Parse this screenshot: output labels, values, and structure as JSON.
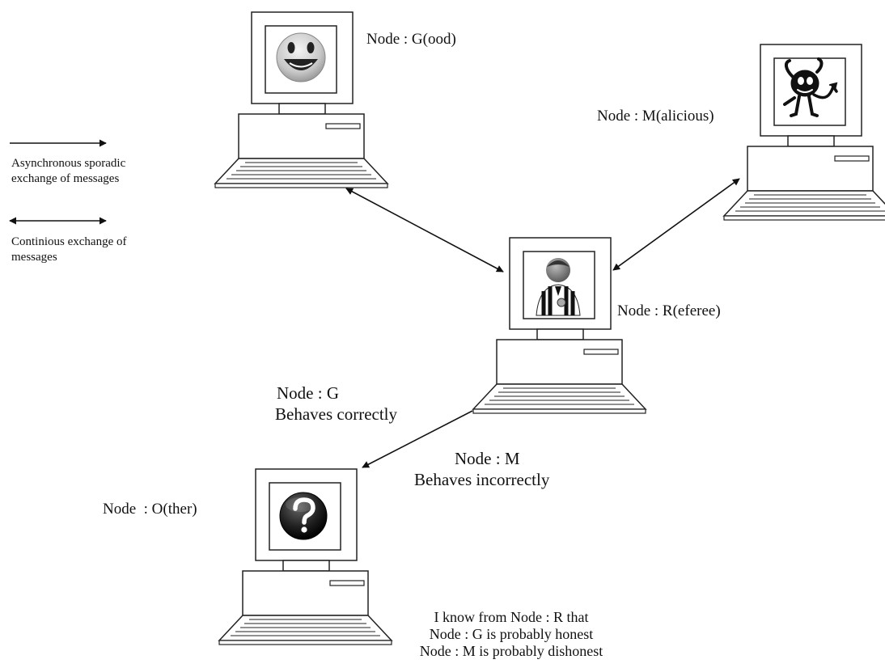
{
  "legend": {
    "sporadic_label": "Asynchronous sporadic exchange of messages",
    "sporadic_line1": "Asynchronous sporadic",
    "sporadic_line2": "exchange of messages",
    "continuous_line1": "Continious exchange of",
    "continuous_line2": "messages"
  },
  "nodes": {
    "good": {
      "label": "Node : G(ood)",
      "icon": "smiley-face-icon"
    },
    "malicious": {
      "label": "Node : M(alicious)",
      "icon": "devil-icon"
    },
    "referee": {
      "label": "Node : R(eferee)",
      "icon": "referee-person-icon"
    },
    "other": {
      "label": "Node  : O(ther)",
      "icon": "question-mark-icon"
    }
  },
  "messages": {
    "good_line1": "Node : G",
    "good_line2": "Behaves correctly",
    "malicious_line1": "Node : M",
    "malicious_line2": "Behaves incorrectly"
  },
  "knowledge": {
    "line1": "I know from Node : R that",
    "line2": "Node : G is probably honest",
    "line3": "Node : M is probably dishonest"
  },
  "colors": {
    "line": "#111111",
    "monitor_fill": "#ffffff",
    "stroke": "#222222"
  }
}
